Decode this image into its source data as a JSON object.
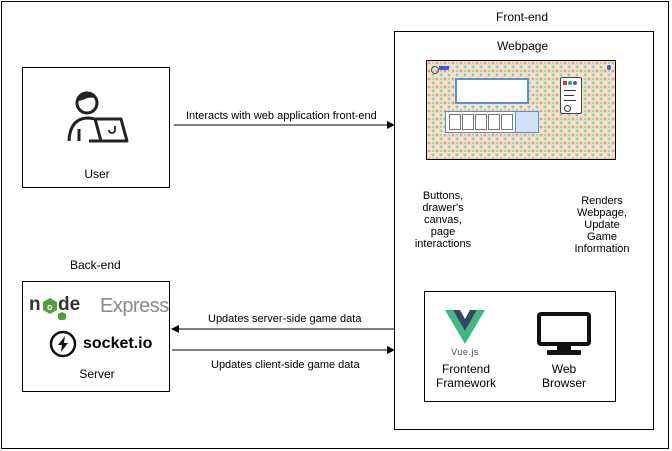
{
  "frontend": {
    "title": "Front-end",
    "webpage_title": "Webpage",
    "vue_logo_text": "Vue.js",
    "framework_label_line1": "Frontend",
    "framework_label_line2": "Framework",
    "browser_label_line1": "Web",
    "browser_label_line2": "Browser"
  },
  "backend": {
    "title": "Back-end",
    "server_label": "Server",
    "logos": {
      "node": "node",
      "node_badge": "JS",
      "express": "Express",
      "socketio": "socket.io"
    }
  },
  "user": {
    "label": "User"
  },
  "arrows": {
    "interacts": "Interacts with web application front-end",
    "updates_server": "Updates server-side game data",
    "updates_client": "Updates client-side game data",
    "buttons": [
      "Buttons,",
      "drawer's",
      "canvas,",
      "page",
      "interactions"
    ],
    "renders": [
      "Renders",
      "Webpage,",
      "Update",
      "Game",
      "Information"
    ]
  },
  "colors": {
    "vue_green": "#41B883",
    "vue_dark": "#35495E",
    "node_green": "#539E43",
    "express_gray": "#8a8a8a"
  }
}
